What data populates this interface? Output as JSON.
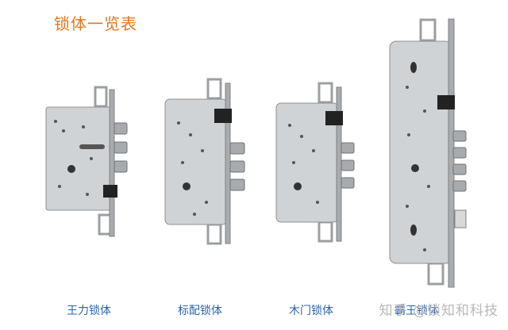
{
  "title": "锁体一览表",
  "locks": [
    {
      "label": "王力锁体"
    },
    {
      "label": "标配锁体"
    },
    {
      "label": "木门锁体"
    },
    {
      "label": "霸王锁体"
    }
  ],
  "watermark": "知乎 @锁知和科技",
  "colors": {
    "title": "#e8751e",
    "caption": "#2c63a8",
    "plate": "#cfd3d6",
    "faceplate": "#a9acae"
  }
}
